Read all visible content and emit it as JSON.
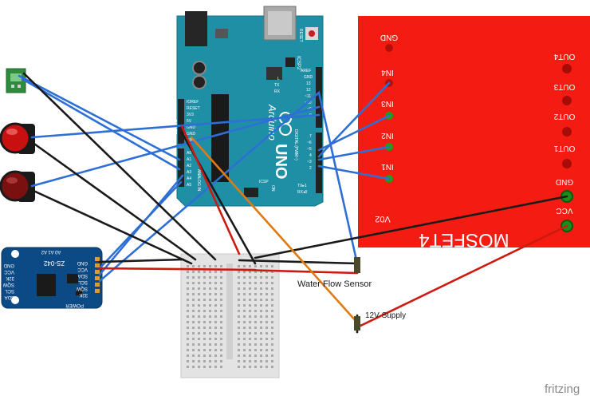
{
  "arduino": {
    "logo_text": "Arduino",
    "uno_text": "UNO",
    "reset_label": "RESET",
    "icsp_label": "ICSP",
    "icsp2_label": "ICSP2",
    "on_label": "ON",
    "digital_label": "DIGITAL (PWM~)",
    "power_pins": [
      "IOREF",
      "RESET",
      "3V3",
      "5V",
      "GND",
      "GND",
      "VIN"
    ],
    "analog_pins": [
      "A0",
      "A1",
      "A2",
      "A3",
      "A4",
      "A5"
    ],
    "analog_label": "ANALOG IN",
    "power_label": "POWER",
    "digital_pins": [
      "AREF",
      "GND",
      "13",
      "12",
      "~11",
      "~10",
      "~9",
      "8",
      "7",
      "~6",
      "~5",
      "4",
      "~3",
      "2",
      "TX▸1",
      "RX◂0"
    ],
    "tx_rx": [
      "TX",
      "RX"
    ],
    "l_label": "L"
  },
  "mosfet": {
    "title": "MOSFET4",
    "version": "V02",
    "left_pins": [
      "GND",
      "IN4",
      "IN3",
      "IN2",
      "IN1"
    ],
    "right_pins": [
      "OUT4",
      "OUT3",
      "OUT2",
      "OUT1",
      "GND",
      "VCC"
    ]
  },
  "rtc": {
    "model": "ZS-042",
    "addr": "A0 A1 A2",
    "left_pins": [
      "32K",
      "SQW",
      "SCL",
      "SDA",
      "VCC",
      "GND"
    ],
    "right_pins": [
      "32K",
      "SQW",
      "SCL",
      "SDA",
      "VCC",
      "GND"
    ],
    "power_label": "POWER"
  },
  "labels": {
    "water_flow": "Water Flow Sensor",
    "supply": "12V Supply"
  },
  "watermark": "fritzing",
  "colors": {
    "arduino_board": "#1f8fa6",
    "mosfet_board": "#f41c12",
    "rtc_board": "#0c4a86",
    "wire_blue": "#2e6fd6",
    "wire_black": "#1a1a1a",
    "wire_red": "#cc1a10",
    "wire_orange": "#e07a12"
  }
}
